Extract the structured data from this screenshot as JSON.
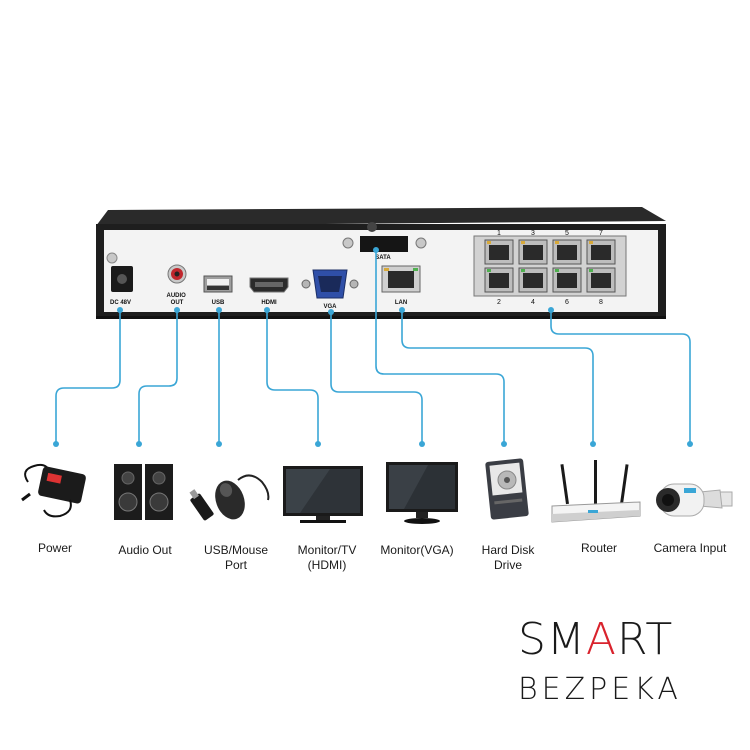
{
  "device": {
    "ports": {
      "dc": "DC 48V",
      "audio": "AUDIO\nOUT",
      "usb": "USB",
      "hdmi": "HDMI",
      "vga": "VGA",
      "sata": "SATA",
      "lan": "LAN",
      "poe_top": [
        "1",
        "3",
        "5",
        "7"
      ],
      "poe_bottom": [
        "2",
        "4",
        "6",
        "8"
      ]
    }
  },
  "connections": [
    {
      "label": "Power",
      "icon": "power-adapter-icon"
    },
    {
      "label": "Audio Out",
      "icon": "speakers-icon"
    },
    {
      "label": "USB/Mouse\nPort",
      "icon": "usb-mouse-icon"
    },
    {
      "label": "Monitor/TV\n(HDMI)",
      "icon": "tv-monitor-icon"
    },
    {
      "label": "Monitor(VGA)",
      "icon": "vga-monitor-icon"
    },
    {
      "label": "Hard Disk\nDrive",
      "icon": "hard-disk-icon"
    },
    {
      "label": "Router",
      "icon": "router-icon"
    },
    {
      "label": "Camera Input",
      "icon": "bullet-camera-icon"
    }
  ],
  "brand": {
    "line1": "SMART",
    "line2": "BEZPEKA"
  },
  "colors": {
    "connector": "#3aa6d6",
    "device_body": "#222222",
    "panel": "#f4f4f4",
    "lock": "#d9232d"
  }
}
